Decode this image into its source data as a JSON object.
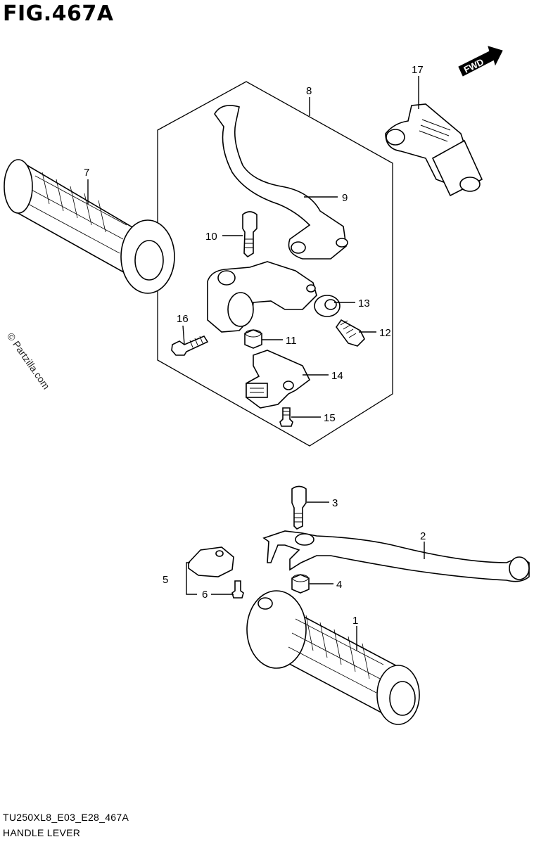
{
  "figure": {
    "title": "FIG.467A",
    "model_code": "TU250XL8_E03_E28_467A",
    "name": "HANDLE LEVER",
    "watermark": "© Partzilla.com",
    "fwd_label": "FWD"
  },
  "parts": [
    {
      "num": "1"
    },
    {
      "num": "2"
    },
    {
      "num": "3"
    },
    {
      "num": "4"
    },
    {
      "num": "5"
    },
    {
      "num": "6"
    },
    {
      "num": "7"
    },
    {
      "num": "8"
    },
    {
      "num": "9"
    },
    {
      "num": "10"
    },
    {
      "num": "11"
    },
    {
      "num": "12"
    },
    {
      "num": "13"
    },
    {
      "num": "14"
    },
    {
      "num": "15"
    },
    {
      "num": "16"
    },
    {
      "num": "17"
    }
  ]
}
